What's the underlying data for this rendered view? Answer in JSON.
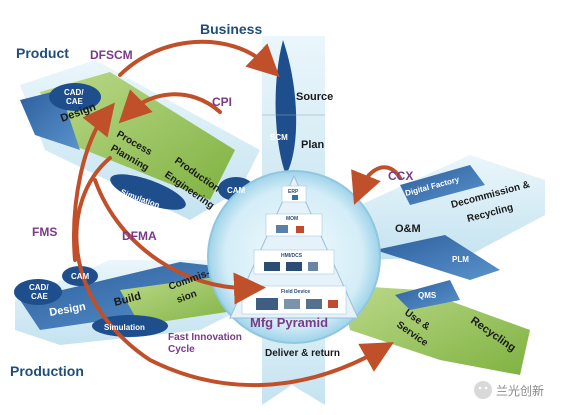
{
  "headings": {
    "business": "Business",
    "product": "Product",
    "production": "Production"
  },
  "cycles": {
    "dfscm": "DFSCM",
    "cpi": "CPI",
    "ccx": "CCX",
    "fms": "FMS",
    "dfma": "DFMA",
    "fast_innovation_1": "Fast Innovation",
    "fast_innovation_2": "Cycle"
  },
  "business_column": {
    "source": "Source",
    "plan": "Plan",
    "scm": "SCM",
    "deliver_return": "Deliver & return"
  },
  "product_band": {
    "cad_cae_1": "CAD/",
    "cad_cae_2": "CAE",
    "design": "Design",
    "process_planning_1": "Process",
    "process_planning_2": "Planning",
    "simulation": "Simulation",
    "production_engineering_1": "Production",
    "production_engineering_2": "Engineering",
    "cam": "CAM"
  },
  "production_band": {
    "cad_cae_1": "CAD/",
    "cad_cae_2": "CAE",
    "cam": "CAM",
    "design": "Design",
    "build": "Build",
    "simulation": "Simulation",
    "commission_1": "Commis-",
    "commission_2": "sion"
  },
  "lifecycle_right": {
    "digital_factory": "Digital Factory",
    "om": "O&M",
    "decommission_1": "Decommission &",
    "decommission_2": "Recycling",
    "plm": "PLM",
    "qms": "QMS",
    "use_service_1": "Use &",
    "use_service_2": "Service",
    "recycling": "Recycling"
  },
  "pyramid": {
    "title": "Mfg Pyramid",
    "levels": [
      "ERP",
      "MOM",
      "HMI/DCS",
      "Field Device"
    ]
  },
  "watermark": "兰光创新",
  "colors": {
    "blue_dark": "#1f4e8c",
    "blue_mid": "#3a78b8",
    "green": "#8cbf4a",
    "light_blue": "#d8eef7",
    "arrow": "#c0502a",
    "heading": "#1f4e79"
  }
}
